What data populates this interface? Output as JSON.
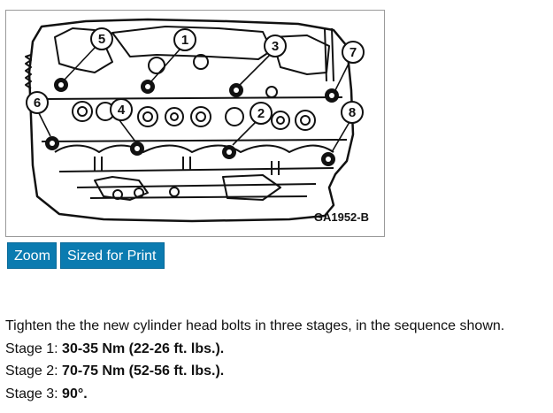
{
  "figure": {
    "code": "GA1952-B",
    "callouts": [
      "1",
      "2",
      "3",
      "4",
      "5",
      "6",
      "7",
      "8"
    ]
  },
  "buttons": {
    "zoom": "Zoom",
    "print": "Sized for Print"
  },
  "instructions": {
    "intro": "Tighten the the new cylinder head bolts in three stages, in the sequence shown.",
    "stages": [
      {
        "label": "Stage 1: ",
        "value": "30-35 Nm (22-26 ft. lbs.)."
      },
      {
        "label": "Stage 2: ",
        "value": "70-75 Nm (52-56 ft. lbs.)."
      },
      {
        "label": "Stage 3: ",
        "value": "90°."
      }
    ]
  }
}
